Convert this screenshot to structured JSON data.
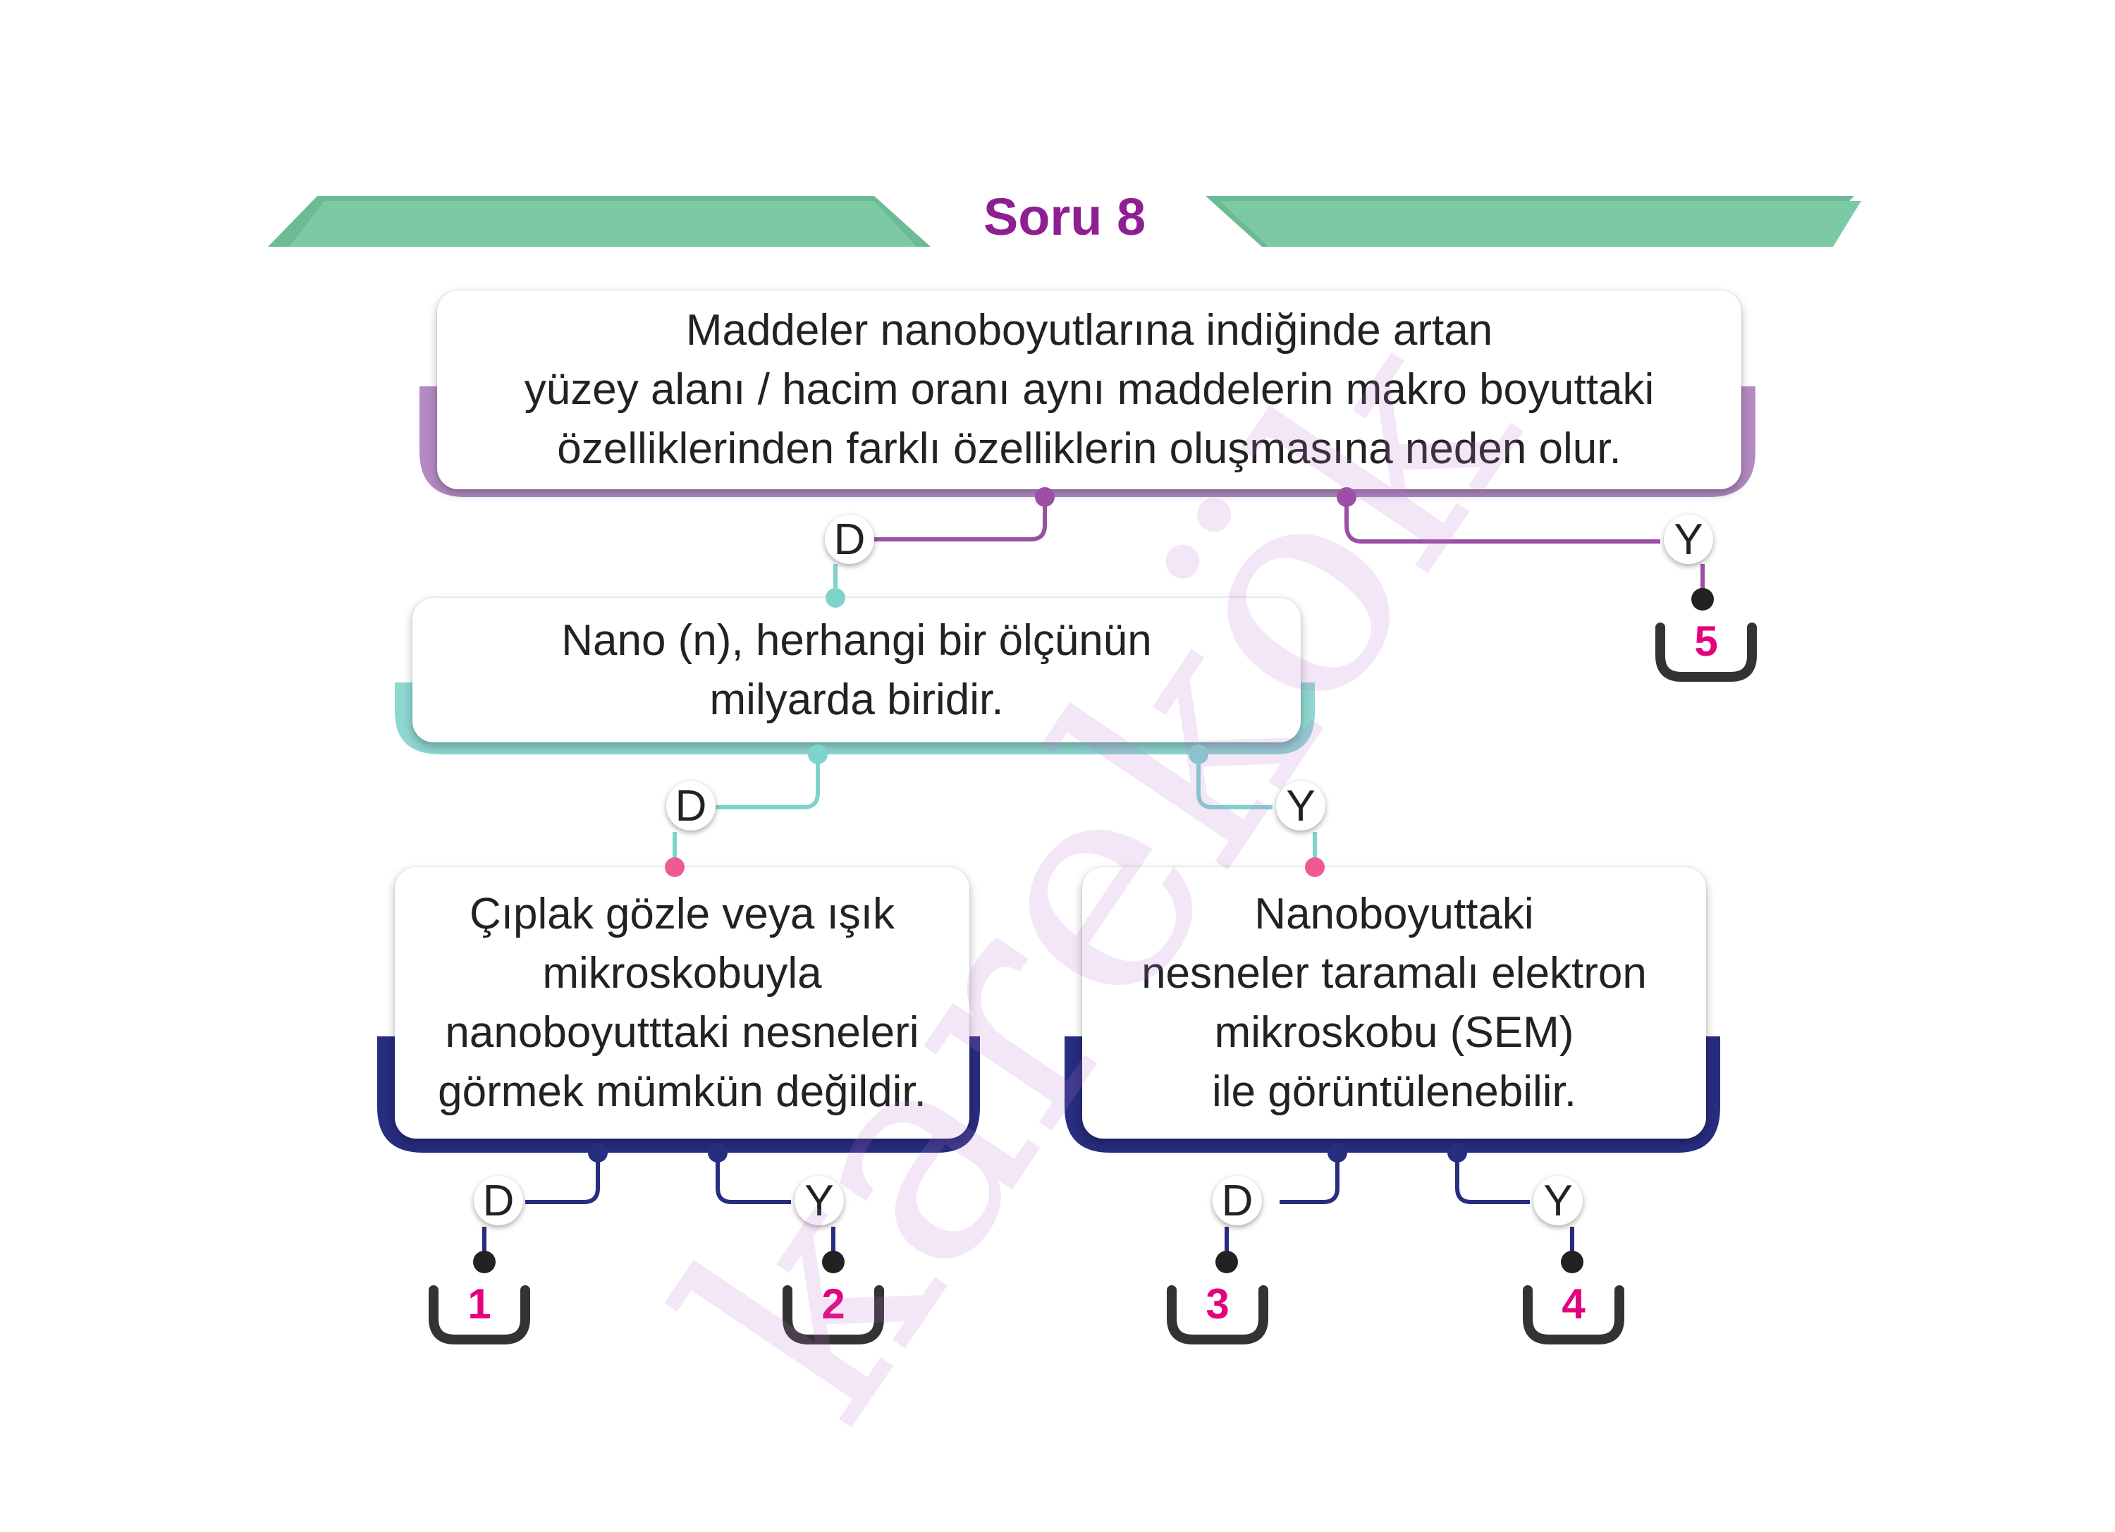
{
  "title": "Soru 8",
  "colors": {
    "banner": "#78c5a1",
    "purple": "#9b4fa5",
    "teal": "#7fd3cd",
    "navy": "#272d7f",
    "pink": "#ef5a95",
    "outcome": "#e5007d",
    "title": "#8e1f92"
  },
  "watermark": "karekök",
  "nodes": {
    "q1": "Maddeler nanoboyutlarına indiğinde artan\nyüzey alanı / hacim oranı aynı maddelerin makro boyuttaki\nözelliklerinden farklı özelliklerin oluşmasına neden olur.",
    "q2": "Nano (n), herhangi bir ölçünün\nmilyarda biridir.",
    "q3": "Çıplak gözle veya ışık\nmikroskobuyla\nnanoboyutttaki nesneleri\ngörmek mümkün değildir.",
    "q4": "Nanoboyuttaki\nnesneler taramalı elektron\nmikroskobu (SEM)\nile görüntülenebilir."
  },
  "labels": {
    "true": "D",
    "false": "Y"
  },
  "outcomes": [
    "1",
    "2",
    "3",
    "4",
    "5"
  ]
}
